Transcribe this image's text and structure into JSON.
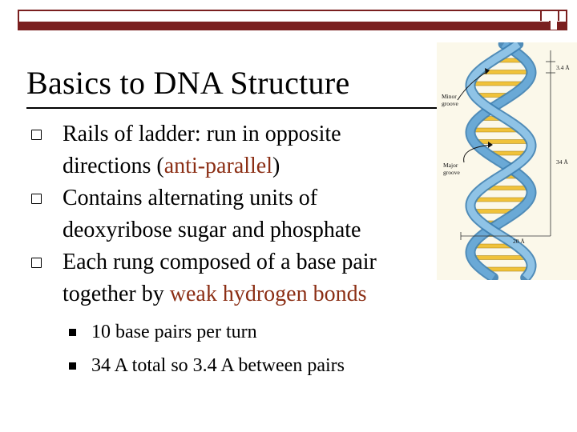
{
  "slide": {
    "title": "Basics to DNA Structure",
    "bullets": [
      {
        "lines": [
          [
            {
              "text": "Rails of ladder: run in opposite"
            }
          ],
          [
            {
              "text": "directions ("
            },
            {
              "text": "anti-parallel",
              "accent": true
            },
            {
              "text": ")"
            }
          ]
        ]
      },
      {
        "lines": [
          [
            {
              "text": "Contains alternating units of"
            }
          ],
          [
            {
              "text": "deoxyribose sugar and phosphate"
            }
          ]
        ]
      },
      {
        "lines": [
          [
            {
              "text": "Each rung composed of a base pair"
            }
          ],
          [
            {
              "text": "together by "
            },
            {
              "text": "weak hydrogen bonds",
              "accent": true
            }
          ]
        ]
      }
    ],
    "subbullets": [
      "10 base pairs per turn",
      "34 A total so 3.4 A between pairs"
    ]
  },
  "figure": {
    "labels": {
      "minor_groove": [
        "Minor",
        "groove"
      ],
      "major_groove": [
        "Major",
        "groove"
      ],
      "rise": "3.4 Å",
      "pitch": "34 Å",
      "width": "20 Å"
    }
  },
  "colors": {
    "accent": "#8b2e14",
    "frame": "#7a1f1f",
    "helix_blue": "#6aa9d6",
    "base_yellow": "#f0c23a"
  }
}
